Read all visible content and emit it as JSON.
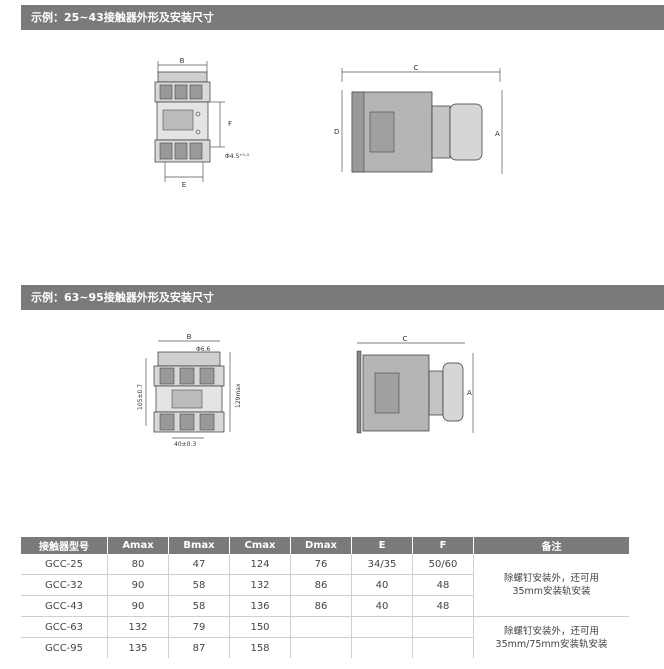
{
  "section1": {
    "title": "示例：25~43接触器外形及安装尺寸",
    "front_labels": {
      "b": "B",
      "f": "F",
      "e": "E",
      "hole": "Φ4.5⁺⁰·⁵"
    },
    "side_labels": {
      "c": "C",
      "d": "D",
      "a": "A"
    }
  },
  "section2": {
    "title": "示例：63~95接触器外形及安装尺寸",
    "front_labels": {
      "b": "B",
      "hole": "Φ6.6",
      "height": "105±0.7",
      "max": "129max",
      "width": "40±0.3"
    },
    "side_labels": {
      "c": "C",
      "a": "A"
    }
  },
  "table": {
    "headers": [
      "接触器型号",
      "Amax",
      "Bmax",
      "Cmax",
      "Dmax",
      "E",
      "F",
      "备注"
    ],
    "rows": [
      [
        "GCC-25",
        "80",
        "47",
        "124",
        "76",
        "34/35",
        "50/60"
      ],
      [
        "GCC-32",
        "90",
        "58",
        "132",
        "86",
        "40",
        "48"
      ],
      [
        "GCC-43",
        "90",
        "58",
        "136",
        "86",
        "40",
        "48"
      ],
      [
        "GCC-63",
        "132",
        "79",
        "150",
        "",
        "",
        ""
      ],
      [
        "GCC-95",
        "135",
        "87",
        "158",
        "",
        "",
        ""
      ]
    ],
    "notes": [
      [
        "除螺钉安装外，还可用",
        "35mm安装轨安装"
      ],
      [
        "除螺钉安装外，还可用",
        "35mm/75mm安装轨安装"
      ]
    ]
  }
}
